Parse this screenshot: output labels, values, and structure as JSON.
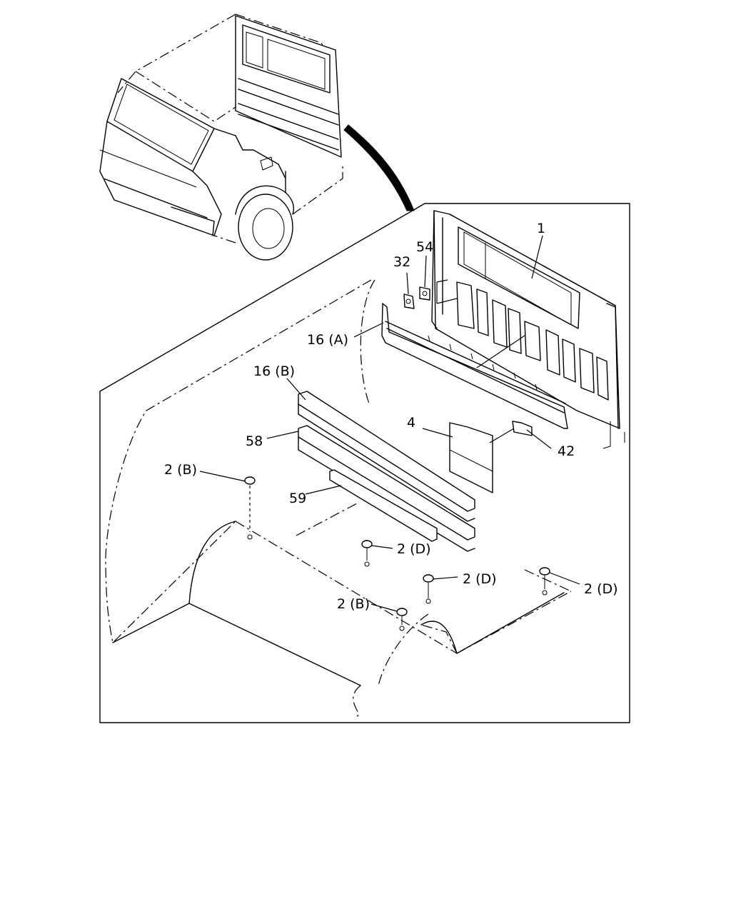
{
  "labels": {
    "part_1": "1",
    "part_54": "54",
    "part_32": "32",
    "part_16a": "16 (A)",
    "part_16b": "16 (B)",
    "part_4": "4",
    "part_42": "42",
    "part_58": "58",
    "part_59": "59",
    "part_2b_left": "2 (B)",
    "part_2d_center": "2 (D)",
    "part_2d_mid": "2 (D)",
    "part_2d_right": "2 (D)",
    "part_2b_bottom": "2 (B)"
  }
}
